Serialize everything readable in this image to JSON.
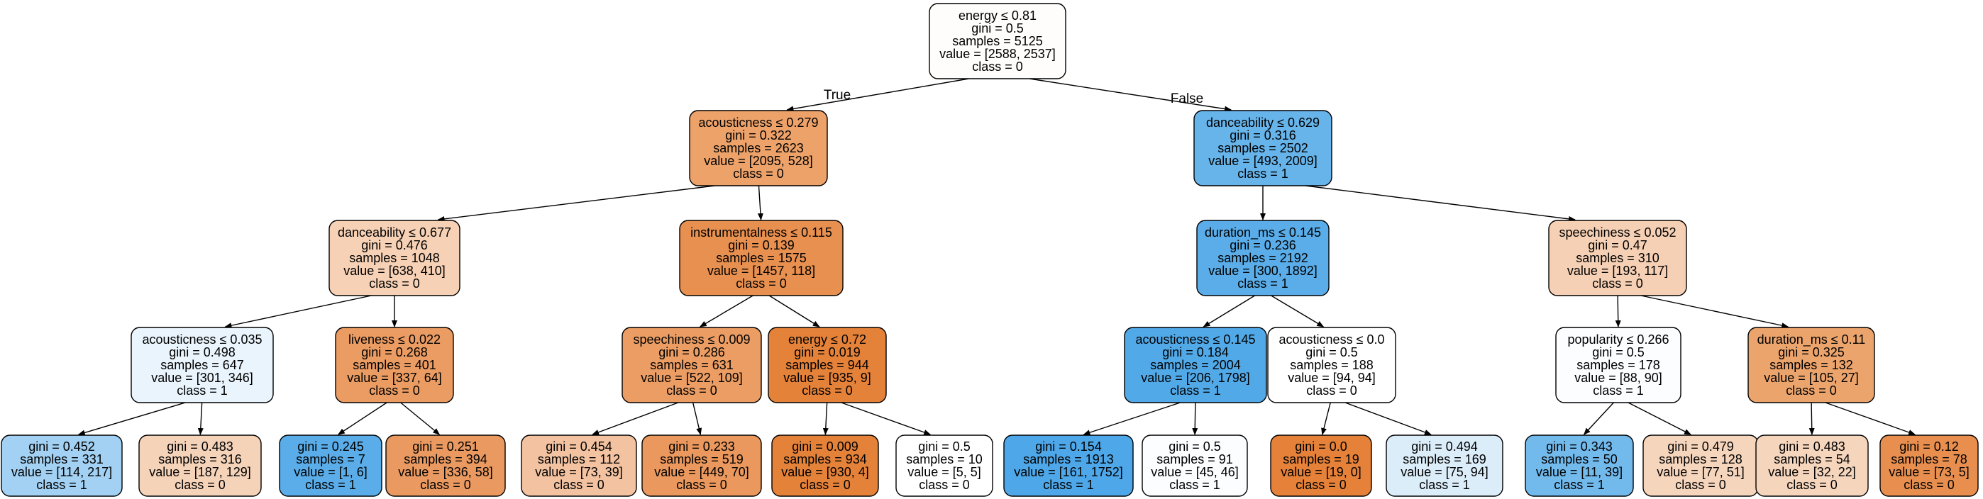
{
  "tree": {
    "edge_labels": {
      "true_label": "True",
      "false_label": "False"
    },
    "nodes": [
      {
        "id": "root",
        "fill": "#fefdfc",
        "lines": [
          "energy ≤ 0.81",
          "gini = 0.5",
          "samples = 5125",
          "value = [2588, 2537]",
          "class = 0"
        ]
      },
      {
        "id": "n1",
        "fill": "#eda26a",
        "lines": [
          "acousticness ≤ 0.279",
          "gini = 0.322",
          "samples = 2623",
          "value = [2095, 528]",
          "class = 0"
        ]
      },
      {
        "id": "n2",
        "fill": "#67b4eb",
        "lines": [
          "danceability ≤ 0.629",
          "gini = 0.316",
          "samples = 2502",
          "value = [493, 2009]",
          "class = 1"
        ]
      },
      {
        "id": "n3",
        "fill": "#f7d1b5",
        "lines": [
          "danceability ≤ 0.677",
          "gini = 0.476",
          "samples = 1048",
          "value = [638, 410]",
          "class = 0"
        ]
      },
      {
        "id": "n4",
        "fill": "#e89050",
        "lines": [
          "instrumentalness ≤ 0.115",
          "gini = 0.139",
          "samples = 1575",
          "value = [1457, 118]",
          "class = 0"
        ]
      },
      {
        "id": "n5",
        "fill": "#5aade9",
        "lines": [
          "duration_ms ≤ 0.145",
          "gini = 0.236",
          "samples = 2192",
          "value = [300, 1892]",
          "class = 1"
        ]
      },
      {
        "id": "n6",
        "fill": "#f6d0b4",
        "lines": [
          "speechiness ≤ 0.052",
          "gini = 0.47",
          "samples = 310",
          "value = [193, 117]",
          "class = 0"
        ]
      },
      {
        "id": "n7",
        "fill": "#e9f4fc",
        "lines": [
          "acousticness ≤ 0.035",
          "gini = 0.498",
          "samples = 647",
          "value = [301, 346]",
          "class = 1"
        ]
      },
      {
        "id": "n8",
        "fill": "#eb9c63",
        "lines": [
          "liveness ≤ 0.022",
          "gini = 0.268",
          "samples = 401",
          "value = [337, 64]",
          "class = 0"
        ]
      },
      {
        "id": "n9",
        "fill": "#eb9d64",
        "lines": [
          "speechiness ≤ 0.009",
          "gini = 0.286",
          "samples = 631",
          "value = [522, 109]",
          "class = 0"
        ]
      },
      {
        "id": "n10",
        "fill": "#e5823a",
        "lines": [
          "energy ≤ 0.72",
          "gini = 0.019",
          "samples = 944",
          "value = [935, 9]",
          "class = 0"
        ]
      },
      {
        "id": "n11",
        "fill": "#52a9e8",
        "lines": [
          "acousticness ≤ 0.145",
          "gini = 0.184",
          "samples = 2004",
          "value = [206, 1798]",
          "class = 1"
        ]
      },
      {
        "id": "n12",
        "fill": "#ffffff",
        "lines": [
          "acousticness ≤ 0.0",
          "gini = 0.5",
          "samples = 188",
          "value = [94, 94]",
          "class = 0"
        ]
      },
      {
        "id": "n13",
        "fill": "#fbfdff",
        "lines": [
          "popularity ≤ 0.266",
          "gini = 0.5",
          "samples = 178",
          "value = [88, 90]",
          "class = 1"
        ]
      },
      {
        "id": "n14",
        "fill": "#eca46d",
        "lines": [
          "duration_ms ≤ 0.11",
          "gini = 0.325",
          "samples = 132",
          "value = [105, 27]",
          "class = 0"
        ]
      },
      {
        "id": "l1",
        "fill": "#a3d1f3",
        "lines": [
          "gini = 0.452",
          "samples = 331",
          "value = [114, 217]",
          "class = 1"
        ]
      },
      {
        "id": "l2",
        "fill": "#f5d3b9",
        "lines": [
          "gini = 0.483",
          "samples = 316",
          "value = [187, 129]",
          "class = 0"
        ]
      },
      {
        "id": "l3",
        "fill": "#5aade9",
        "lines": [
          "gini = 0.245",
          "samples = 7",
          "value = [1, 6]",
          "class = 1"
        ]
      },
      {
        "id": "l4",
        "fill": "#ea9a61",
        "lines": [
          "gini = 0.251",
          "samples = 394",
          "value = [336, 58]",
          "class = 0"
        ]
      },
      {
        "id": "l5",
        "fill": "#f3c3a1",
        "lines": [
          "gini = 0.454",
          "samples = 112",
          "value = [73, 39]",
          "class = 0"
        ]
      },
      {
        "id": "l6",
        "fill": "#ea985d",
        "lines": [
          "gini = 0.233",
          "samples = 519",
          "value = [449, 70]",
          "class = 0"
        ]
      },
      {
        "id": "l7",
        "fill": "#e5823a",
        "lines": [
          "gini = 0.009",
          "samples = 934",
          "value = [930, 4]",
          "class = 0"
        ]
      },
      {
        "id": "l8",
        "fill": "#ffffff",
        "lines": [
          "gini = 0.5",
          "samples = 10",
          "value = [5, 5]",
          "class = 0"
        ]
      },
      {
        "id": "l9",
        "fill": "#4ea7e8",
        "lines": [
          "gini = 0.154",
          "samples = 1913",
          "value = [161, 1752]",
          "class = 1"
        ]
      },
      {
        "id": "l10",
        "fill": "#fcfdff",
        "lines": [
          "gini = 0.5",
          "samples = 91",
          "value = [45, 46]",
          "class = 1"
        ]
      },
      {
        "id": "l11",
        "fill": "#e58139",
        "lines": [
          "gini = 0.0",
          "samples = 19",
          "value = [19, 0]",
          "class = 0"
        ]
      },
      {
        "id": "l12",
        "fill": "#dcedfa",
        "lines": [
          "gini = 0.494",
          "samples = 169",
          "value = [75, 94]",
          "class = 1"
        ]
      },
      {
        "id": "l13",
        "fill": "#72b9ec",
        "lines": [
          "gini = 0.343",
          "samples = 50",
          "value = [11, 39]",
          "class = 1"
        ]
      },
      {
        "id": "l14",
        "fill": "#f6d5bd",
        "lines": [
          "gini = 0.479",
          "samples = 128",
          "value = [77, 51]",
          "class = 0"
        ]
      },
      {
        "id": "l15",
        "fill": "#f6d5bd",
        "lines": [
          "gini = 0.483",
          "samples = 54",
          "value = [32, 22]",
          "class = 0"
        ]
      },
      {
        "id": "l16",
        "fill": "#e88f4f",
        "lines": [
          "gini = 0.12",
          "samples = 78",
          "value = [73, 5]",
          "class = 0"
        ]
      }
    ],
    "edges": [
      [
        "root",
        "n1"
      ],
      [
        "root",
        "n2"
      ],
      [
        "n1",
        "n3"
      ],
      [
        "n1",
        "n4"
      ],
      [
        "n2",
        "n5"
      ],
      [
        "n2",
        "n6"
      ],
      [
        "n3",
        "n7"
      ],
      [
        "n3",
        "n8"
      ],
      [
        "n4",
        "n9"
      ],
      [
        "n4",
        "n10"
      ],
      [
        "n5",
        "n11"
      ],
      [
        "n5",
        "n12"
      ],
      [
        "n6",
        "n13"
      ],
      [
        "n6",
        "n14"
      ],
      [
        "n7",
        "l1"
      ],
      [
        "n7",
        "l2"
      ],
      [
        "n8",
        "l3"
      ],
      [
        "n8",
        "l4"
      ],
      [
        "n9",
        "l5"
      ],
      [
        "n9",
        "l6"
      ],
      [
        "n10",
        "l7"
      ],
      [
        "n10",
        "l8"
      ],
      [
        "n11",
        "l9"
      ],
      [
        "n11",
        "l10"
      ],
      [
        "n12",
        "l11"
      ],
      [
        "n12",
        "l12"
      ],
      [
        "n13",
        "l13"
      ],
      [
        "n13",
        "l14"
      ],
      [
        "n14",
        "l15"
      ],
      [
        "n14",
        "l16"
      ]
    ]
  }
}
